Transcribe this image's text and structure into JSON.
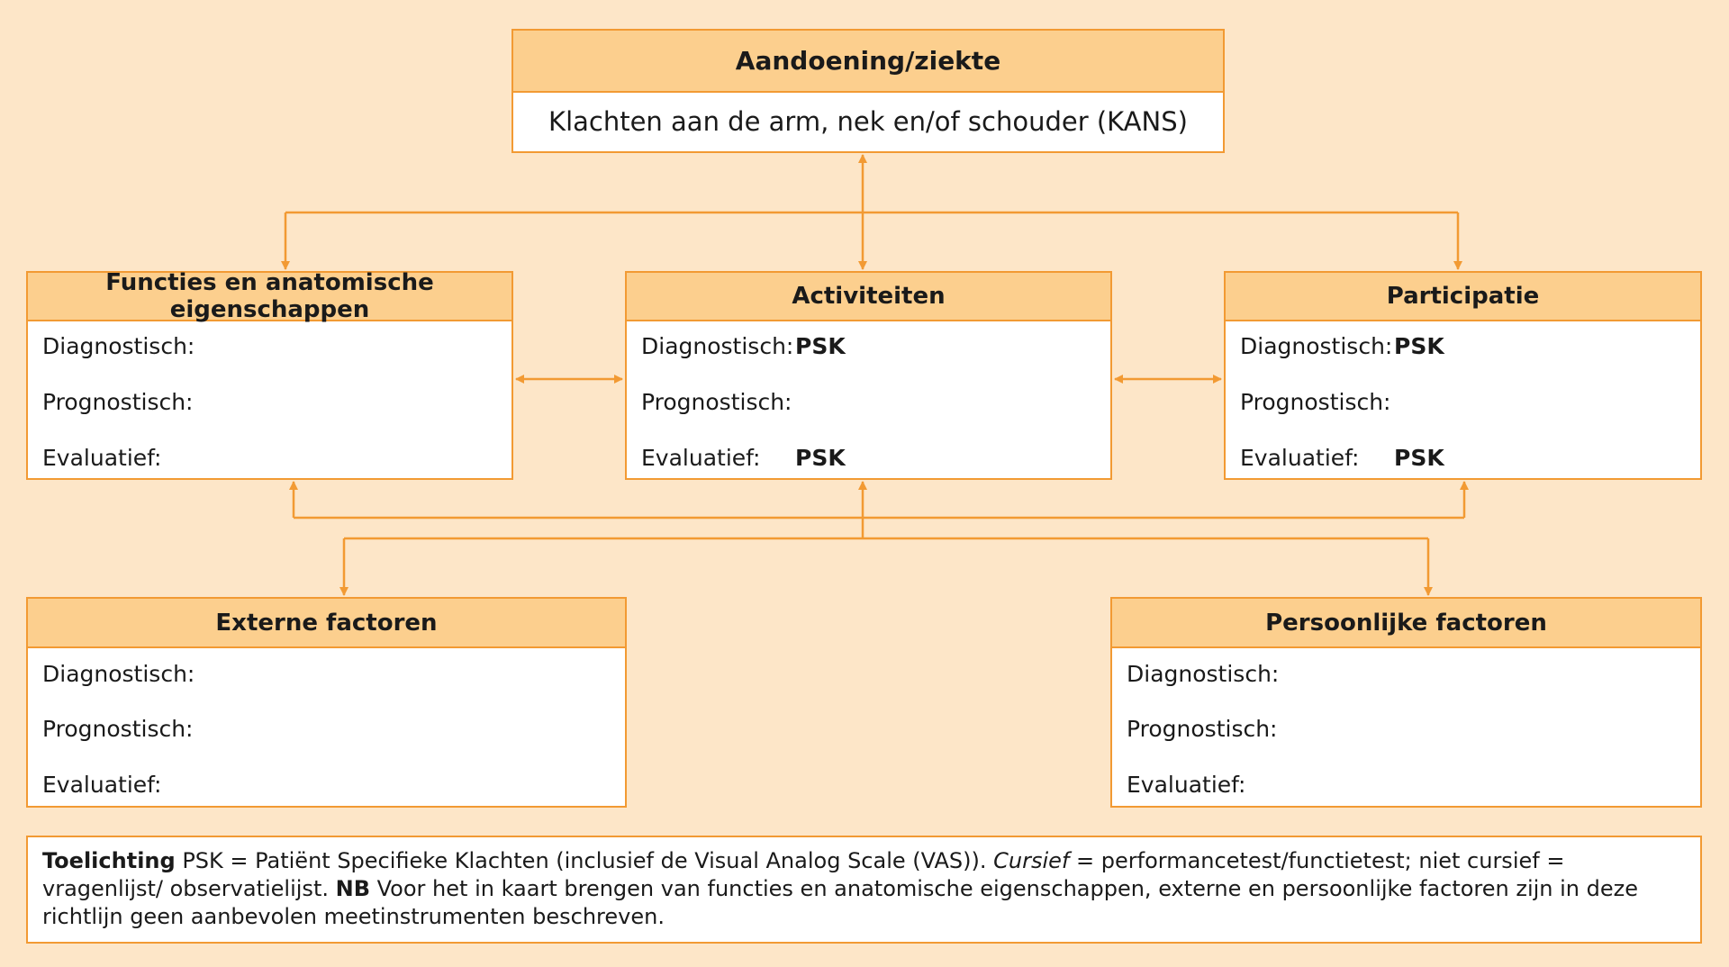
{
  "top": {
    "title": "Aandoening/ziekte",
    "subtitle": "Klachten aan de arm, nek en/of schouder (KANS)"
  },
  "boxes": {
    "functies": {
      "title": "Functies en anatomische eigenschappen",
      "rows": [
        {
          "label": "Diagnostisch:",
          "value": ""
        },
        {
          "label": "Prognostisch:",
          "value": ""
        },
        {
          "label": "Evaluatief:",
          "value": ""
        }
      ]
    },
    "activiteiten": {
      "title": "Activiteiten",
      "rows": [
        {
          "label": "Diagnostisch:",
          "value": "PSK"
        },
        {
          "label": "Prognostisch:",
          "value": ""
        },
        {
          "label": "Evaluatief:",
          "value": "PSK"
        }
      ]
    },
    "participatie": {
      "title": "Participatie",
      "rows": [
        {
          "label": "Diagnostisch:",
          "value": "PSK"
        },
        {
          "label": "Prognostisch:",
          "value": ""
        },
        {
          "label": "Evaluatief:",
          "value": "PSK"
        }
      ]
    },
    "externe": {
      "title": "Externe factoren",
      "rows": [
        {
          "label": "Diagnostisch:",
          "value": ""
        },
        {
          "label": "Prognostisch:",
          "value": ""
        },
        {
          "label": "Evaluatief:",
          "value": ""
        }
      ]
    },
    "persoonlijke": {
      "title": "Persoonlijke factoren",
      "rows": [
        {
          "label": "Diagnostisch:",
          "value": ""
        },
        {
          "label": "Prognostisch:",
          "value": ""
        },
        {
          "label": "Evaluatief:",
          "value": ""
        }
      ]
    }
  },
  "note": {
    "label1": "Toelichting",
    "text1": " PSK = Patiënt Specifieke Klachten (inclusief de Visual Analog Scale (VAS)). ",
    "italic": "Cursief",
    "text2": " = performancetest/functietest; niet cursief = vragenlijst/ observatielijst. ",
    "label2": "NB",
    "text3": " Voor het in kaart brengen van functies en anatomische eigenschappen, externe en persoonlijke factoren zijn in deze richtlijn geen aanbevolen meetinstrumenten beschreven."
  },
  "colors": {
    "background": "#fde6c8",
    "accent": "#f29a33",
    "header_fill": "#fccf8e"
  }
}
